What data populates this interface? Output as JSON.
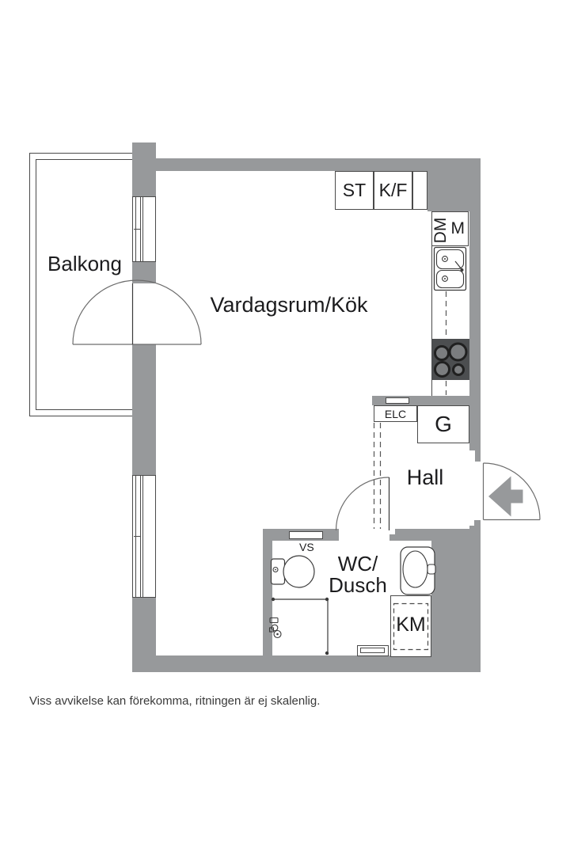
{
  "colors": {
    "wall": "#97999b",
    "box-border": "#4a4a4a",
    "line": "#3a3a3a",
    "door": "#6d6d6d",
    "stove": "#4c4e50",
    "burner-ring": "#202020",
    "burner-fill": "#7b7d7f",
    "text": "#1c1c1e",
    "muted": "#3a3a3a"
  },
  "rooms": {
    "balcony": "Balkong",
    "living_kitchen": "Vardagsrum/Kök",
    "hall": "Hall",
    "bathroom_line1": "WC/",
    "bathroom_line2": "Dusch"
  },
  "fixtures": {
    "storage": "ST",
    "fridge_freezer": "K/F",
    "dishwasher": "DM",
    "microwave": "M",
    "electrical_cabinet": "ELC",
    "wardrobe": "G",
    "water_shutoff": "VS",
    "washing_machine": "KM"
  },
  "footer": {
    "disclaimer": "Viss avvikelse kan förekomma, ritningen är ej skalenlig."
  }
}
